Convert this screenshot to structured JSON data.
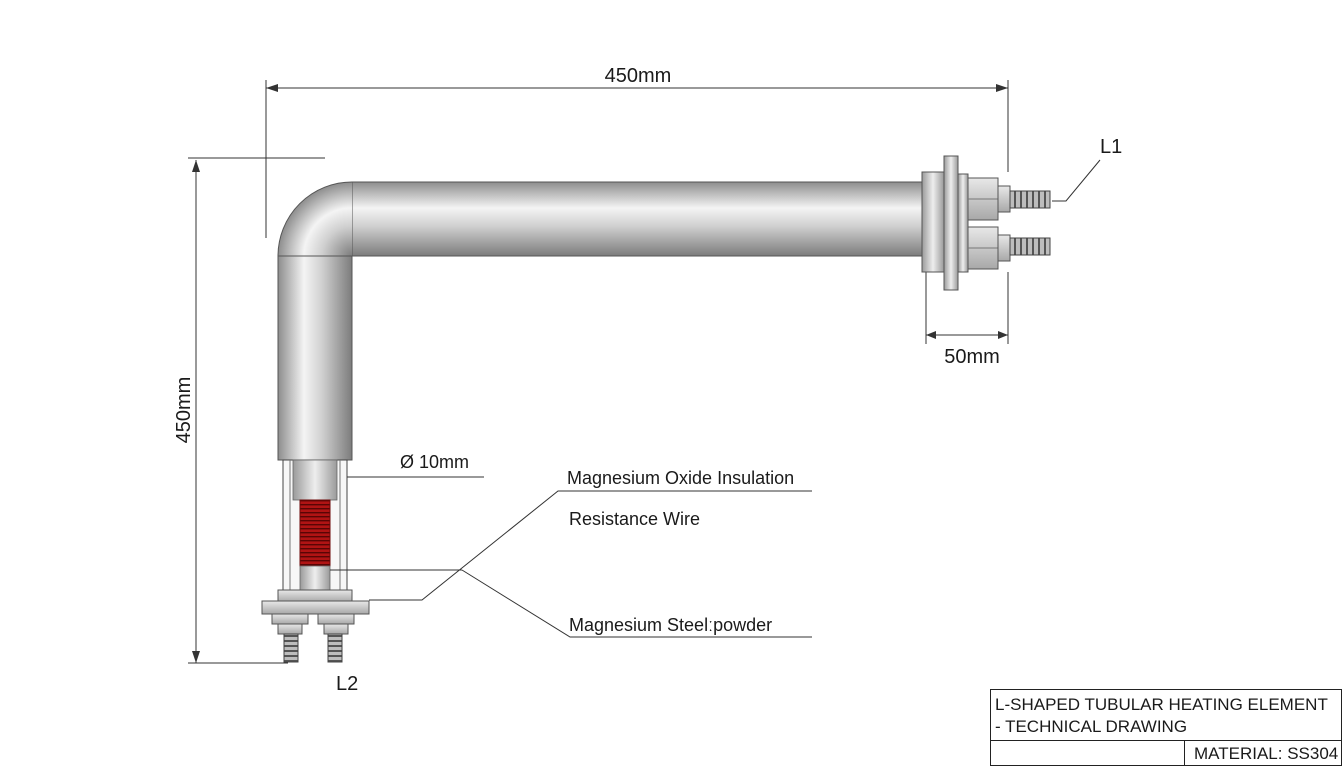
{
  "dimensions": {
    "top_length": "450mm",
    "vertical_length": "450mm",
    "flange_offset": "50mm",
    "diameter": "Ø 10mm"
  },
  "terminals": {
    "l1": "L1",
    "l2": "L2"
  },
  "annotations": {
    "insulation": "Magnesium Oxide Insulation",
    "resistance_wire": "Resistance Wire",
    "powder": "Magnesium Steelːpowder"
  },
  "title_block": {
    "title_line1": "L-SHAPED TUBULAR HEATING ELEMENT",
    "title_line2": "- TECHNICAL DRAWING",
    "material": "MATERIAL: SS304"
  },
  "colors": {
    "tube_metal": "#c8c8c8",
    "resistance_wire": "#b01414"
  }
}
